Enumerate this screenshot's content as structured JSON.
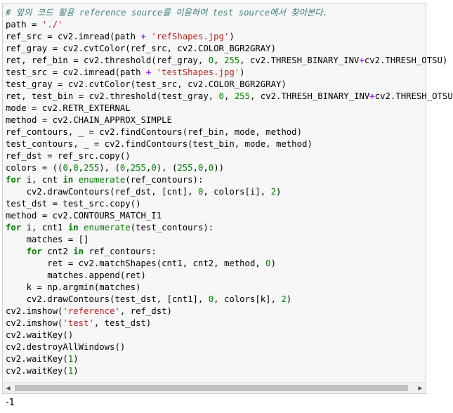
{
  "code_lines": [
    [
      {
        "t": "# 앞의 코드 활용 reference source를 이용하여 test source에서 찾아본다.",
        "c": "cm"
      }
    ],
    [
      {
        "t": "path = "
      },
      {
        "t": "'./'",
        "c": "str"
      }
    ],
    [
      {
        "t": "ref_src = cv2.imread(path "
      },
      {
        "t": "+",
        "c": "op"
      },
      {
        "t": " "
      },
      {
        "t": "'refShapes.jpg'",
        "c": "str"
      },
      {
        "t": ")"
      }
    ],
    [
      {
        "t": "ref_gray = cv2.cvtColor(ref_src, cv2.COLOR_BGR2GRAY)"
      }
    ],
    [
      {
        "t": "ret, ref_bin = cv2.threshold(ref_gray, "
      },
      {
        "t": "0",
        "c": "num"
      },
      {
        "t": ", "
      },
      {
        "t": "255",
        "c": "num"
      },
      {
        "t": ", cv2.THRESH_BINARY_INV"
      },
      {
        "t": "+",
        "c": "op"
      },
      {
        "t": "cv2.THRESH_OTSU)"
      }
    ],
    [
      {
        "t": "test_src = cv2.imread(path "
      },
      {
        "t": "+",
        "c": "op"
      },
      {
        "t": " "
      },
      {
        "t": "'testShapes.jpg'",
        "c": "str"
      },
      {
        "t": ")"
      }
    ],
    [
      {
        "t": "test_gray = cv2.cvtColor(test_src, cv2.COLOR_BGR2GRAY)"
      }
    ],
    [
      {
        "t": "ret, test_bin = cv2.threshold(test_gray, "
      },
      {
        "t": "0",
        "c": "num"
      },
      {
        "t": ", "
      },
      {
        "t": "255",
        "c": "num"
      },
      {
        "t": ", cv2.THRESH_BINARY_INV"
      },
      {
        "t": "+",
        "c": "op"
      },
      {
        "t": "cv2.THRESH_OTSU"
      }
    ],
    [
      {
        "t": "mode = cv2.RETR_EXTERNAL"
      }
    ],
    [
      {
        "t": "method = cv2.CHAIN_APPROX_SIMPLE"
      }
    ],
    [
      {
        "t": "ref_contours, _ = cv2.findContours(ref_bin, mode, method)"
      }
    ],
    [
      {
        "t": "test_contours, _ = cv2.findContours(test_bin, mode, method)"
      }
    ],
    [
      {
        "t": "ref_dst = ref_src.copy()"
      }
    ],
    [
      {
        "t": "colors = (("
      },
      {
        "t": "0",
        "c": "num"
      },
      {
        "t": ","
      },
      {
        "t": "0",
        "c": "num"
      },
      {
        "t": ","
      },
      {
        "t": "255",
        "c": "num"
      },
      {
        "t": "), ("
      },
      {
        "t": "0",
        "c": "num"
      },
      {
        "t": ","
      },
      {
        "t": "255",
        "c": "num"
      },
      {
        "t": ","
      },
      {
        "t": "0",
        "c": "num"
      },
      {
        "t": "), ("
      },
      {
        "t": "255",
        "c": "num"
      },
      {
        "t": ","
      },
      {
        "t": "0",
        "c": "num"
      },
      {
        "t": ","
      },
      {
        "t": "0",
        "c": "num"
      },
      {
        "t": "))"
      }
    ],
    [
      {
        "t": "for",
        "c": "kw"
      },
      {
        "t": " i, cnt "
      },
      {
        "t": "in",
        "c": "kw"
      },
      {
        "t": " "
      },
      {
        "t": "enumerate",
        "c": "fn"
      },
      {
        "t": "(ref_contours):"
      }
    ],
    [
      {
        "t": "    cv2.drawContours(ref_dst, [cnt], "
      },
      {
        "t": "0",
        "c": "num"
      },
      {
        "t": ", colors[i], "
      },
      {
        "t": "2",
        "c": "num"
      },
      {
        "t": ")"
      }
    ],
    [
      {
        "t": "test_dst = test_src.copy()"
      }
    ],
    [
      {
        "t": "method = cv2.CONTOURS_MATCH_I1"
      }
    ],
    [
      {
        "t": "for",
        "c": "kw"
      },
      {
        "t": " i, cnt1 "
      },
      {
        "t": "in",
        "c": "kw"
      },
      {
        "t": " "
      },
      {
        "t": "enumerate",
        "c": "fn"
      },
      {
        "t": "(test_contours):"
      }
    ],
    [
      {
        "t": "    matches = []"
      }
    ],
    [
      {
        "t": "    "
      },
      {
        "t": "for",
        "c": "kw"
      },
      {
        "t": " cnt2 "
      },
      {
        "t": "in",
        "c": "kw"
      },
      {
        "t": " ref_contours:"
      }
    ],
    [
      {
        "t": "        ret = cv2.matchShapes(cnt1, cnt2, method, "
      },
      {
        "t": "0",
        "c": "num"
      },
      {
        "t": ")"
      }
    ],
    [
      {
        "t": "        matches.append(ret)"
      }
    ],
    [
      {
        "t": "    k = np.argmin(matches)"
      }
    ],
    [
      {
        "t": "    cv2.drawContours(test_dst, [cnt1], "
      },
      {
        "t": "0",
        "c": "num"
      },
      {
        "t": ", colors[k], "
      },
      {
        "t": "2",
        "c": "num"
      },
      {
        "t": ")"
      }
    ],
    [
      {
        "t": "cv2.imshow("
      },
      {
        "t": "'reference'",
        "c": "str"
      },
      {
        "t": ", ref_dst)"
      }
    ],
    [
      {
        "t": "cv2.imshow("
      },
      {
        "t": "'test'",
        "c": "str"
      },
      {
        "t": ", test_dst)"
      }
    ],
    [
      {
        "t": "cv2.waitKey()"
      }
    ],
    [
      {
        "t": "cv2.destroyAllWindows()"
      }
    ],
    [
      {
        "t": "cv2.waitKey("
      },
      {
        "t": "1",
        "c": "num"
      },
      {
        "t": ")"
      }
    ],
    [
      {
        "t": "cv2.waitKey("
      },
      {
        "t": "1",
        "c": "num"
      },
      {
        "t": ")"
      }
    ]
  ],
  "scrollbar": {
    "left_arrow": "◀",
    "right_arrow": "▶"
  },
  "output": {
    "text": "-1"
  },
  "colors": {
    "comment": "#408080",
    "string": "#ba2121",
    "number": "#008000",
    "keyword": "#008000",
    "operator": "#aa22ff",
    "cell_bg": "#f7f7f7",
    "cell_border": "#cfcfcf"
  }
}
